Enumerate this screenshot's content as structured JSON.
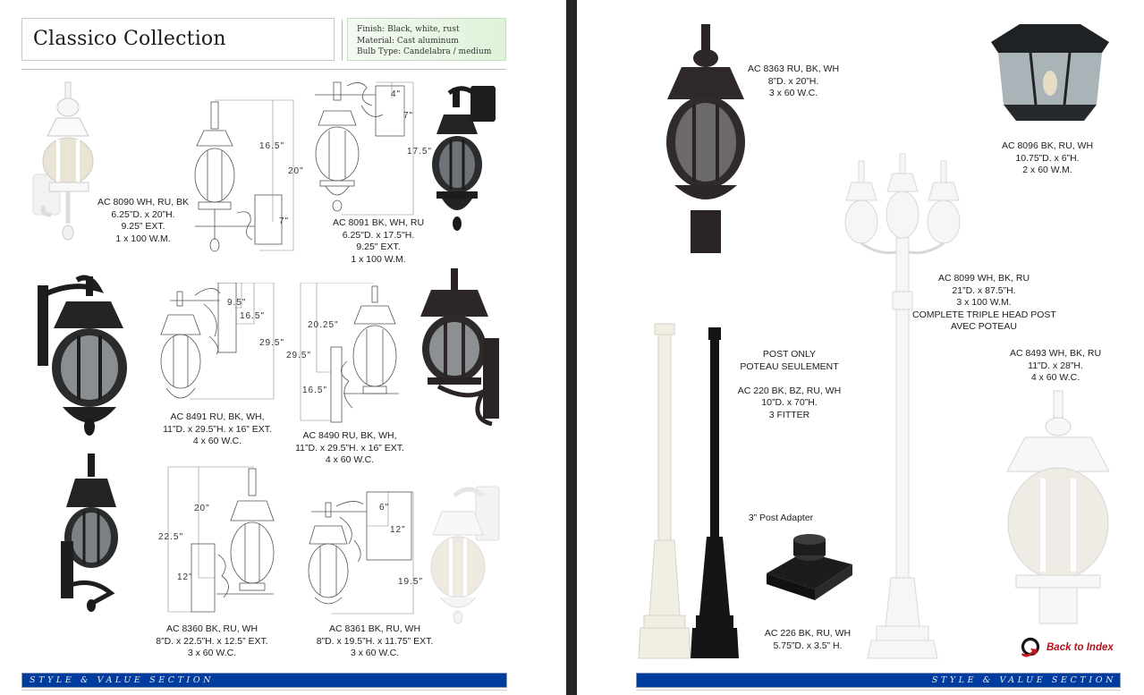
{
  "left_page": {
    "title": "Classico Collection",
    "specs": [
      "Finish: Black, white, rust",
      "Material: Cast aluminum",
      "Bulb Type:  Candelabra / medium"
    ],
    "products": [
      {
        "lines": [
          "AC 8090 WH, RU, BK",
          "6.25”D. x 20”H.",
          "9.25” EXT.",
          "1 x 100 W.M."
        ]
      },
      {
        "lines": [
          "AC 8091 BK, WH, RU",
          "6.25\"D. x 17.5\"H.",
          "9.25\" EXT.",
          "1 x 100 W.M."
        ]
      },
      {
        "lines": [
          "AC 8491 RU, BK, WH,",
          "11”D. x 29.5”H. x 16” EXT.",
          "4 x 60 W.C."
        ]
      },
      {
        "lines": [
          "AC 8490 RU, BK, WH,",
          "11”D. x 29.5”H. x 16” EXT.",
          "4 x 60 W.C."
        ]
      },
      {
        "lines": [
          "AC 8360 BK, RU, WH",
          "8”D. x 22.5”H. x 12.5” EXT.",
          "3 x 60 W.C."
        ]
      },
      {
        "lines": [
          "AC 8361 BK, RU, WH",
          "8”D. x 19.5”H. x 11.75” EXT.",
          "3 x 60 W.C."
        ]
      }
    ],
    "dimensions": {
      "d8090": [
        "16.5\"",
        "20\"",
        "7\""
      ],
      "d8091": [
        "4\"",
        "7\"",
        "17.5\""
      ],
      "d8491": [
        "9.5\"",
        "16.5\"",
        "29.5\""
      ],
      "d8490": [
        "20.25\"",
        "29.5\"",
        "16.5\""
      ],
      "d8360": [
        "20\"",
        "22.5\"",
        "12\""
      ],
      "d8361": [
        "6\"",
        "12\"",
        "19.5\""
      ]
    },
    "footer": "STYLE & VALUE SECTION"
  },
  "right_page": {
    "products": [
      {
        "lines": [
          "AC 8363 RU, BK, WH",
          "8”D. x 20”H.",
          "3 x 60 W.C."
        ]
      },
      {
        "lines": [
          "AC 8096 BK, RU, WH",
          "10.75”D. x 6”H.",
          "2 x 60 W.M."
        ]
      },
      {
        "lines": [
          "AC 8099 WH, BK, RU",
          "21”D. x 87.5”H.",
          "3 x 100 W.M.",
          "COMPLETE TRIPLE HEAD POST",
          "AVEC POTEAU"
        ]
      },
      {
        "lines": [
          "POST ONLY",
          "POTEAU SEULEMENT",
          "",
          "AC 220 BK, BZ, RU, WH",
          "10”D. x 70”H.",
          "3 FITTER"
        ]
      },
      {
        "lines": [
          "AC 8493 WH, BK, RU",
          "11”D. x 28”H.",
          "4 x 60 W.C."
        ]
      },
      {
        "lines": [
          "3” Post Adapter"
        ]
      },
      {
        "lines": [
          "AC 226 BK, RU, WH",
          "5.75”D. x 3.5” H."
        ]
      }
    ],
    "back_to_index": "Back to Index",
    "footer": "STYLE & VALUE SECTION"
  },
  "colors": {
    "footer_bar": "#003c9e",
    "spine": "#262628",
    "back_link": "#b3121c",
    "spec_box": "#def3d9"
  }
}
